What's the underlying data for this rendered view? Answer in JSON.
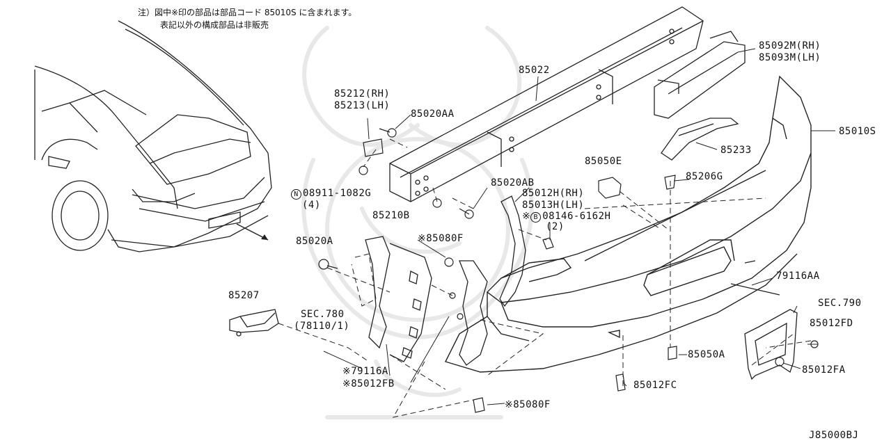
{
  "diagram": {
    "note_line1": "注）図中※印の部品は部品コード 85010S に含まれます。",
    "note_line2": "表記以外の構成部品は非販売",
    "drawing_id": "J85000BJ",
    "parts": {
      "p85022": "85022",
      "p85092m": "85092M(RH)",
      "p85093m": "85093M(LH)",
      "p85212": "85212(RH)",
      "p85213": "85213(LH)",
      "p85020aa": "85020AA",
      "p85010s": "85010S",
      "p85233": "85233",
      "p85050e": "85050E",
      "p85206g": "85206G",
      "p08911_code": "08911-1082G",
      "p08911_circle": "N",
      "p08911_qty": "(4)",
      "p85020ab": "85020AB",
      "p85012h": "85012H(RH)",
      "p85013h": "85013H(LH)",
      "p85210b": "85210B",
      "p08146_prefix": "※",
      "p08146_circle": "B",
      "p08146_code": "08146-6162H",
      "p08146_qty": "(2)",
      "p85020a": "85020A",
      "p85080f_top": "※85080F",
      "p79116aa": "79116AA",
      "p85207": "85207",
      "sec780": "SEC.780",
      "sec780_ref": "(78110/1)",
      "sec790": "SEC.790",
      "p85012fd": "85012FD",
      "p85050a": "85050A",
      "p85012fa": "85012FA",
      "p79116a": "※79116A",
      "p85012fb": "※85012FB",
      "p85012fc": "85012FC",
      "p85080f_bot": "※85080F"
    }
  }
}
